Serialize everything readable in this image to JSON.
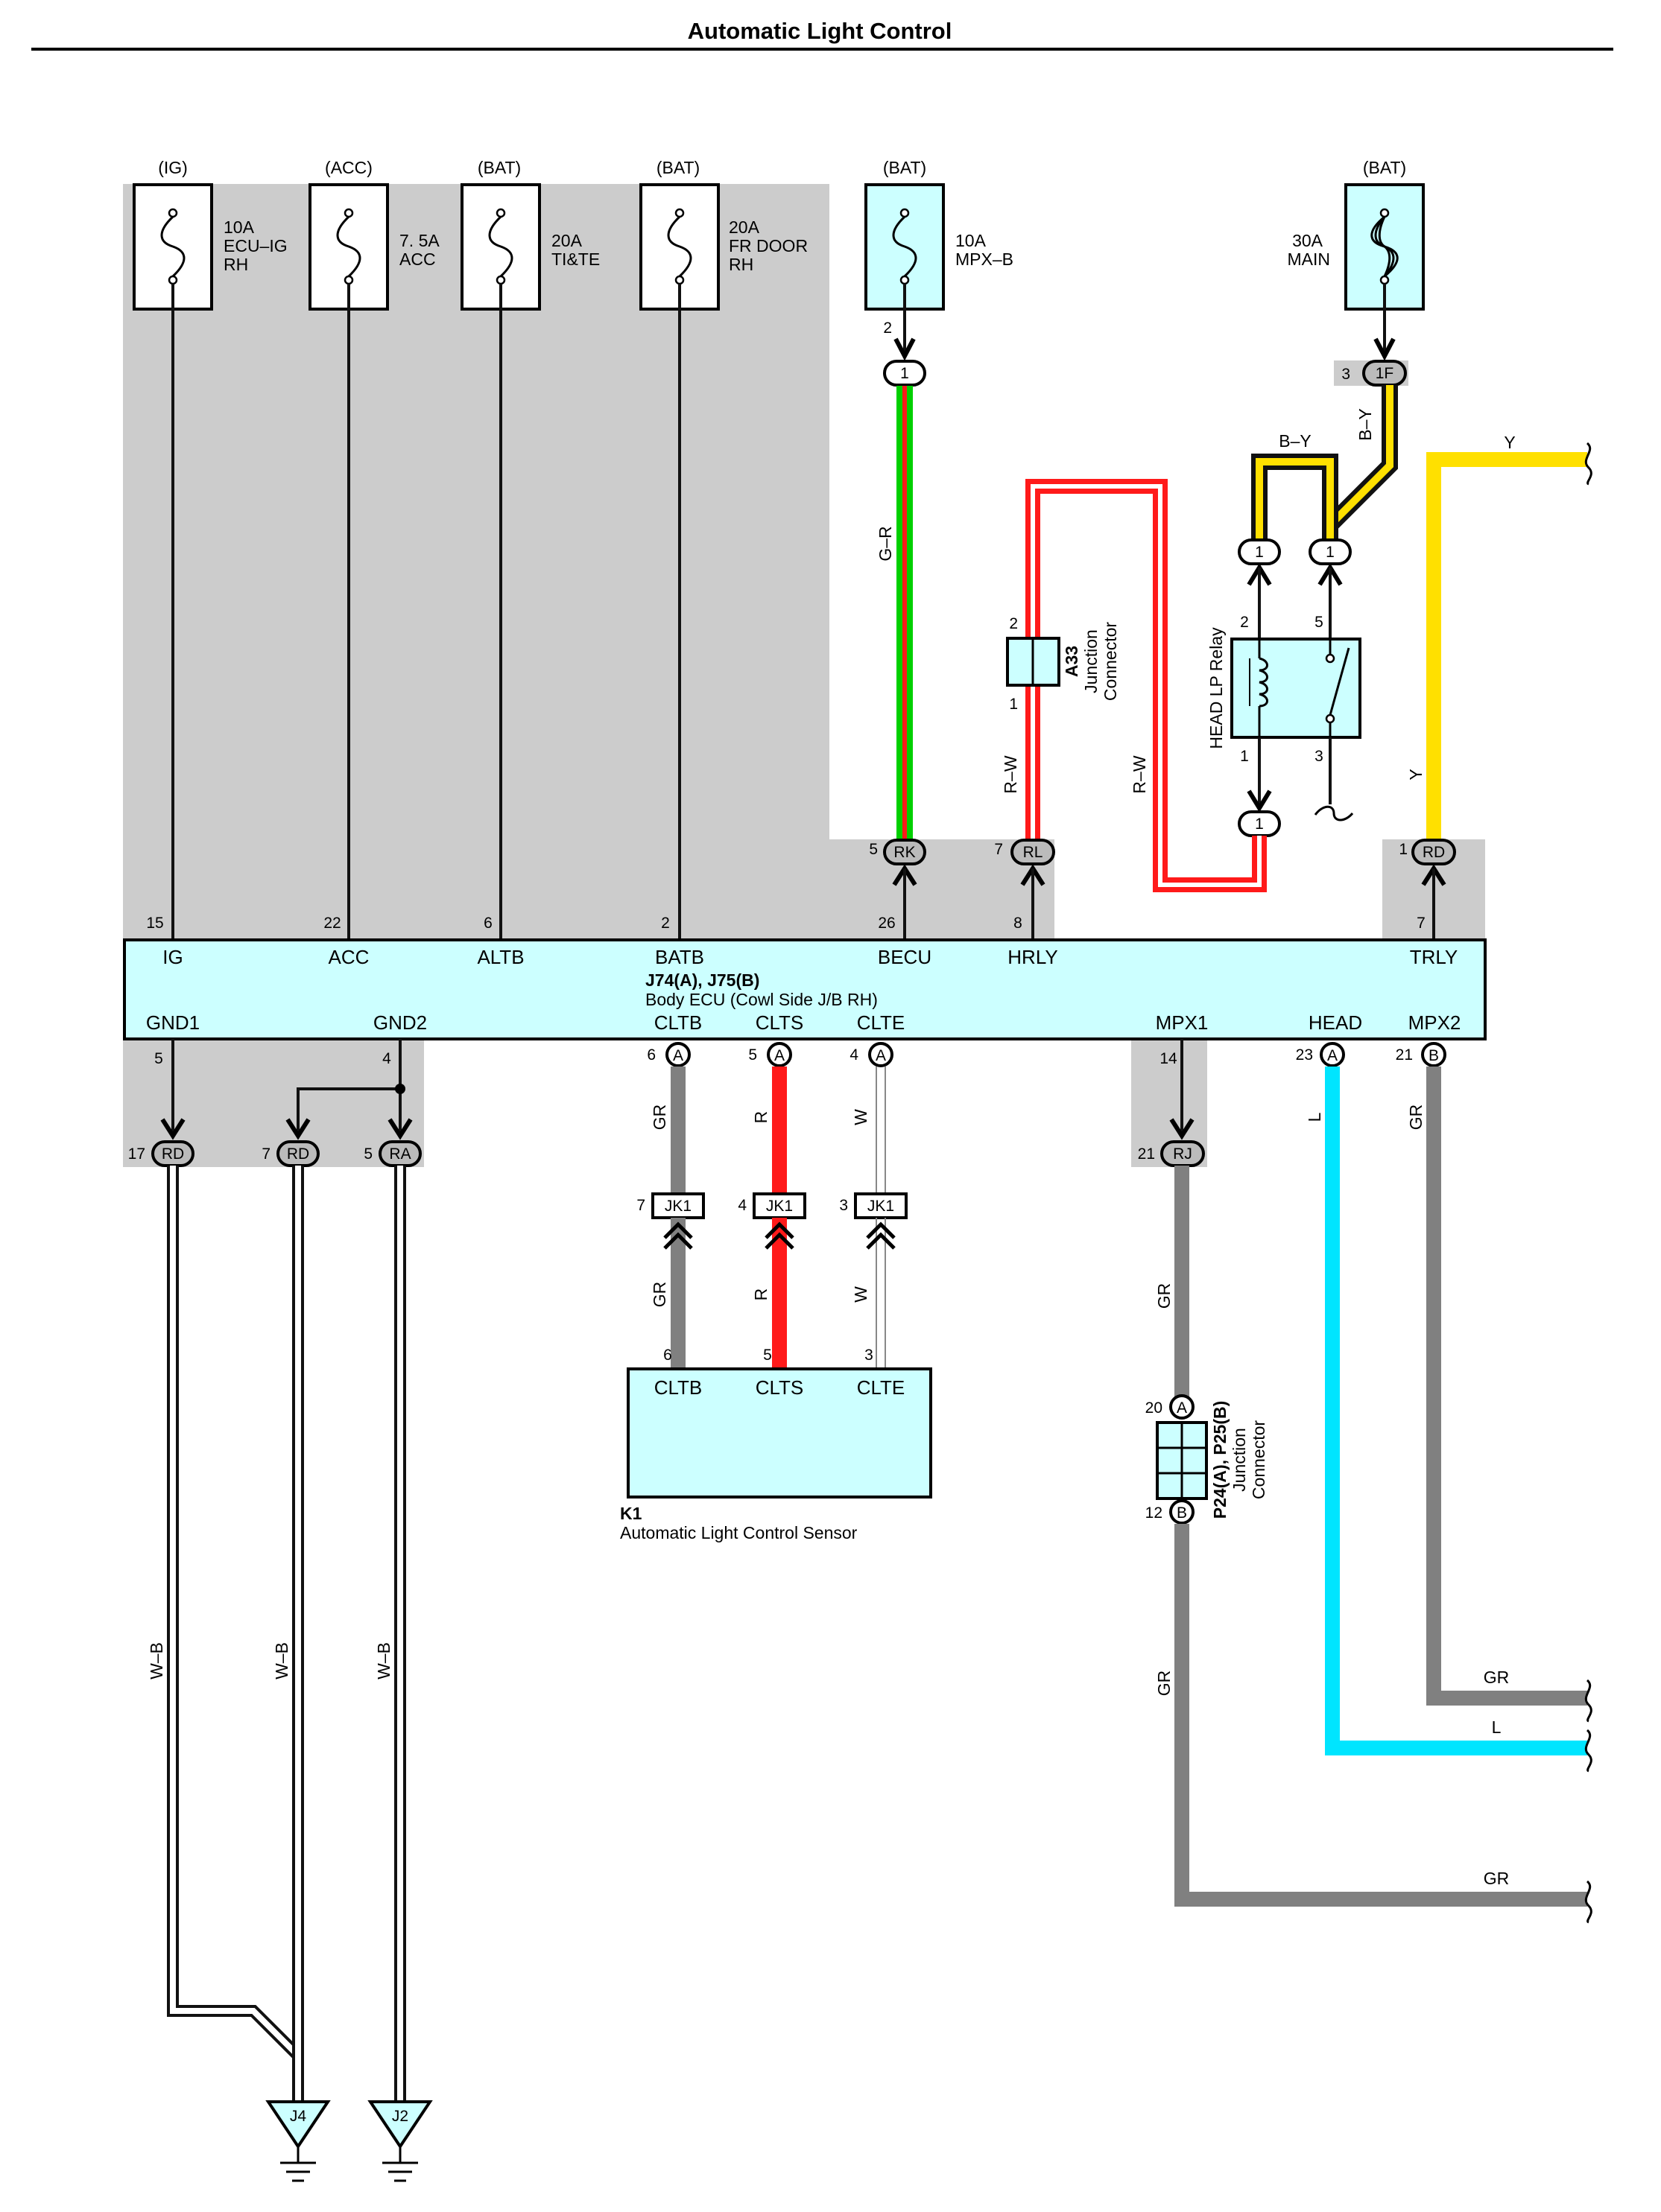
{
  "title": "Automatic Light Control",
  "colors": {
    "shade": "#cccccc",
    "component_fill": "#ccffff",
    "wire_black": "#111111",
    "wire_green": "#00d000",
    "wire_red": "#ff1a1a",
    "wire_yellow": "#ffe000",
    "wire_gray": "#808080",
    "wire_blue": "#00e5ff"
  },
  "fuses": [
    {
      "id": "ig",
      "source": "(IG)",
      "amp": "10A",
      "name1": "ECU–IG",
      "name2": "RH"
    },
    {
      "id": "acc",
      "source": "(ACC)",
      "amp": "7. 5A",
      "name1": "ACC",
      "name2": ""
    },
    {
      "id": "tite",
      "source": "(BAT)",
      "amp": "20A",
      "name1": "TI&TE",
      "name2": ""
    },
    {
      "id": "frdoor",
      "source": "(BAT)",
      "amp": "20A",
      "name1": "FR DOOR",
      "name2": "RH"
    },
    {
      "id": "mpxb",
      "source": "(BAT)",
      "amp": "10A",
      "name1": "MPX–B",
      "name2": ""
    },
    {
      "id": "main",
      "source": "(BAT)",
      "amp": "30A",
      "name1": "MAIN",
      "name2": ""
    }
  ],
  "ecu": {
    "ref": "J74(A), J75(B)",
    "name": "Body ECU (Cowl Side J/B RH)",
    "top_terminals": [
      {
        "name": "IG",
        "pin": "15"
      },
      {
        "name": "ACC",
        "pin": "22"
      },
      {
        "name": "ALTB",
        "pin": "6"
      },
      {
        "name": "BATB",
        "pin": "2"
      },
      {
        "name": "BECU",
        "pin": "26"
      },
      {
        "name": "HRLY",
        "pin": "8"
      },
      {
        "name": "TRLY",
        "pin": "7"
      }
    ],
    "bottom_terminals": [
      {
        "name": "GND1",
        "pin": "5",
        "conn": ""
      },
      {
        "name": "GND2",
        "pin": "4",
        "conn": ""
      },
      {
        "name": "CLTB",
        "pin": "6",
        "conn": "A"
      },
      {
        "name": "CLTS",
        "pin": "5",
        "conn": "A"
      },
      {
        "name": "CLTE",
        "pin": "4",
        "conn": "A"
      },
      {
        "name": "MPX1",
        "pin": "14",
        "conn": ""
      },
      {
        "name": "HEAD",
        "pin": "23",
        "conn": "A"
      },
      {
        "name": "MPX2",
        "pin": "21",
        "conn": "B"
      }
    ]
  },
  "connectors": {
    "mpxb_pin": "2",
    "mpxb_conn": "1",
    "main_pin": "3",
    "main_conn": "1F",
    "rk_pin": "5",
    "rk": "RK",
    "rl_pin": "7",
    "rl": "RL",
    "rd_top_pin": "1",
    "rd_top": "RD",
    "gnd_rd1_pin": "17",
    "gnd_rd1": "RD",
    "gnd_rd2_pin": "7",
    "gnd_rd2": "RD",
    "gnd_ra_pin": "5",
    "gnd_ra": "RA",
    "rj_pin": "21",
    "rj": "RJ",
    "jk1_a_pin": "7",
    "jk1_b_pin": "4",
    "jk1_c_pin": "3",
    "jk1": "JK1",
    "relay_conn": "1"
  },
  "relay": {
    "name": "HEAD LP Relay",
    "pin2": "2",
    "pin5": "5",
    "pin1": "1",
    "pin3": "3"
  },
  "a33": {
    "ref": "A33",
    "name1": "Junction",
    "name2": "Connector",
    "pin_top": "2",
    "pin_bottom": "1"
  },
  "p24": {
    "ref": "P24(A), P25(B)",
    "name1": "Junction",
    "name2": "Connector",
    "pin_top": "20",
    "conn_top": "A",
    "pin_bottom": "12",
    "conn_bottom": "B"
  },
  "sensor": {
    "ref": "K1",
    "name": "Automatic Light Control Sensor",
    "terminals": [
      {
        "name": "CLTB",
        "pin": "6"
      },
      {
        "name": "CLTS",
        "pin": "5"
      },
      {
        "name": "CLTE",
        "pin": "3"
      }
    ]
  },
  "wires": {
    "g_r": "G–R",
    "r_w": "R–W",
    "b_y": "B–Y",
    "y": "Y",
    "gr": "GR",
    "r": "R",
    "w": "W",
    "l": "L",
    "w_b": "W–B"
  },
  "grounds": {
    "j4": "J4",
    "j2": "J2"
  }
}
